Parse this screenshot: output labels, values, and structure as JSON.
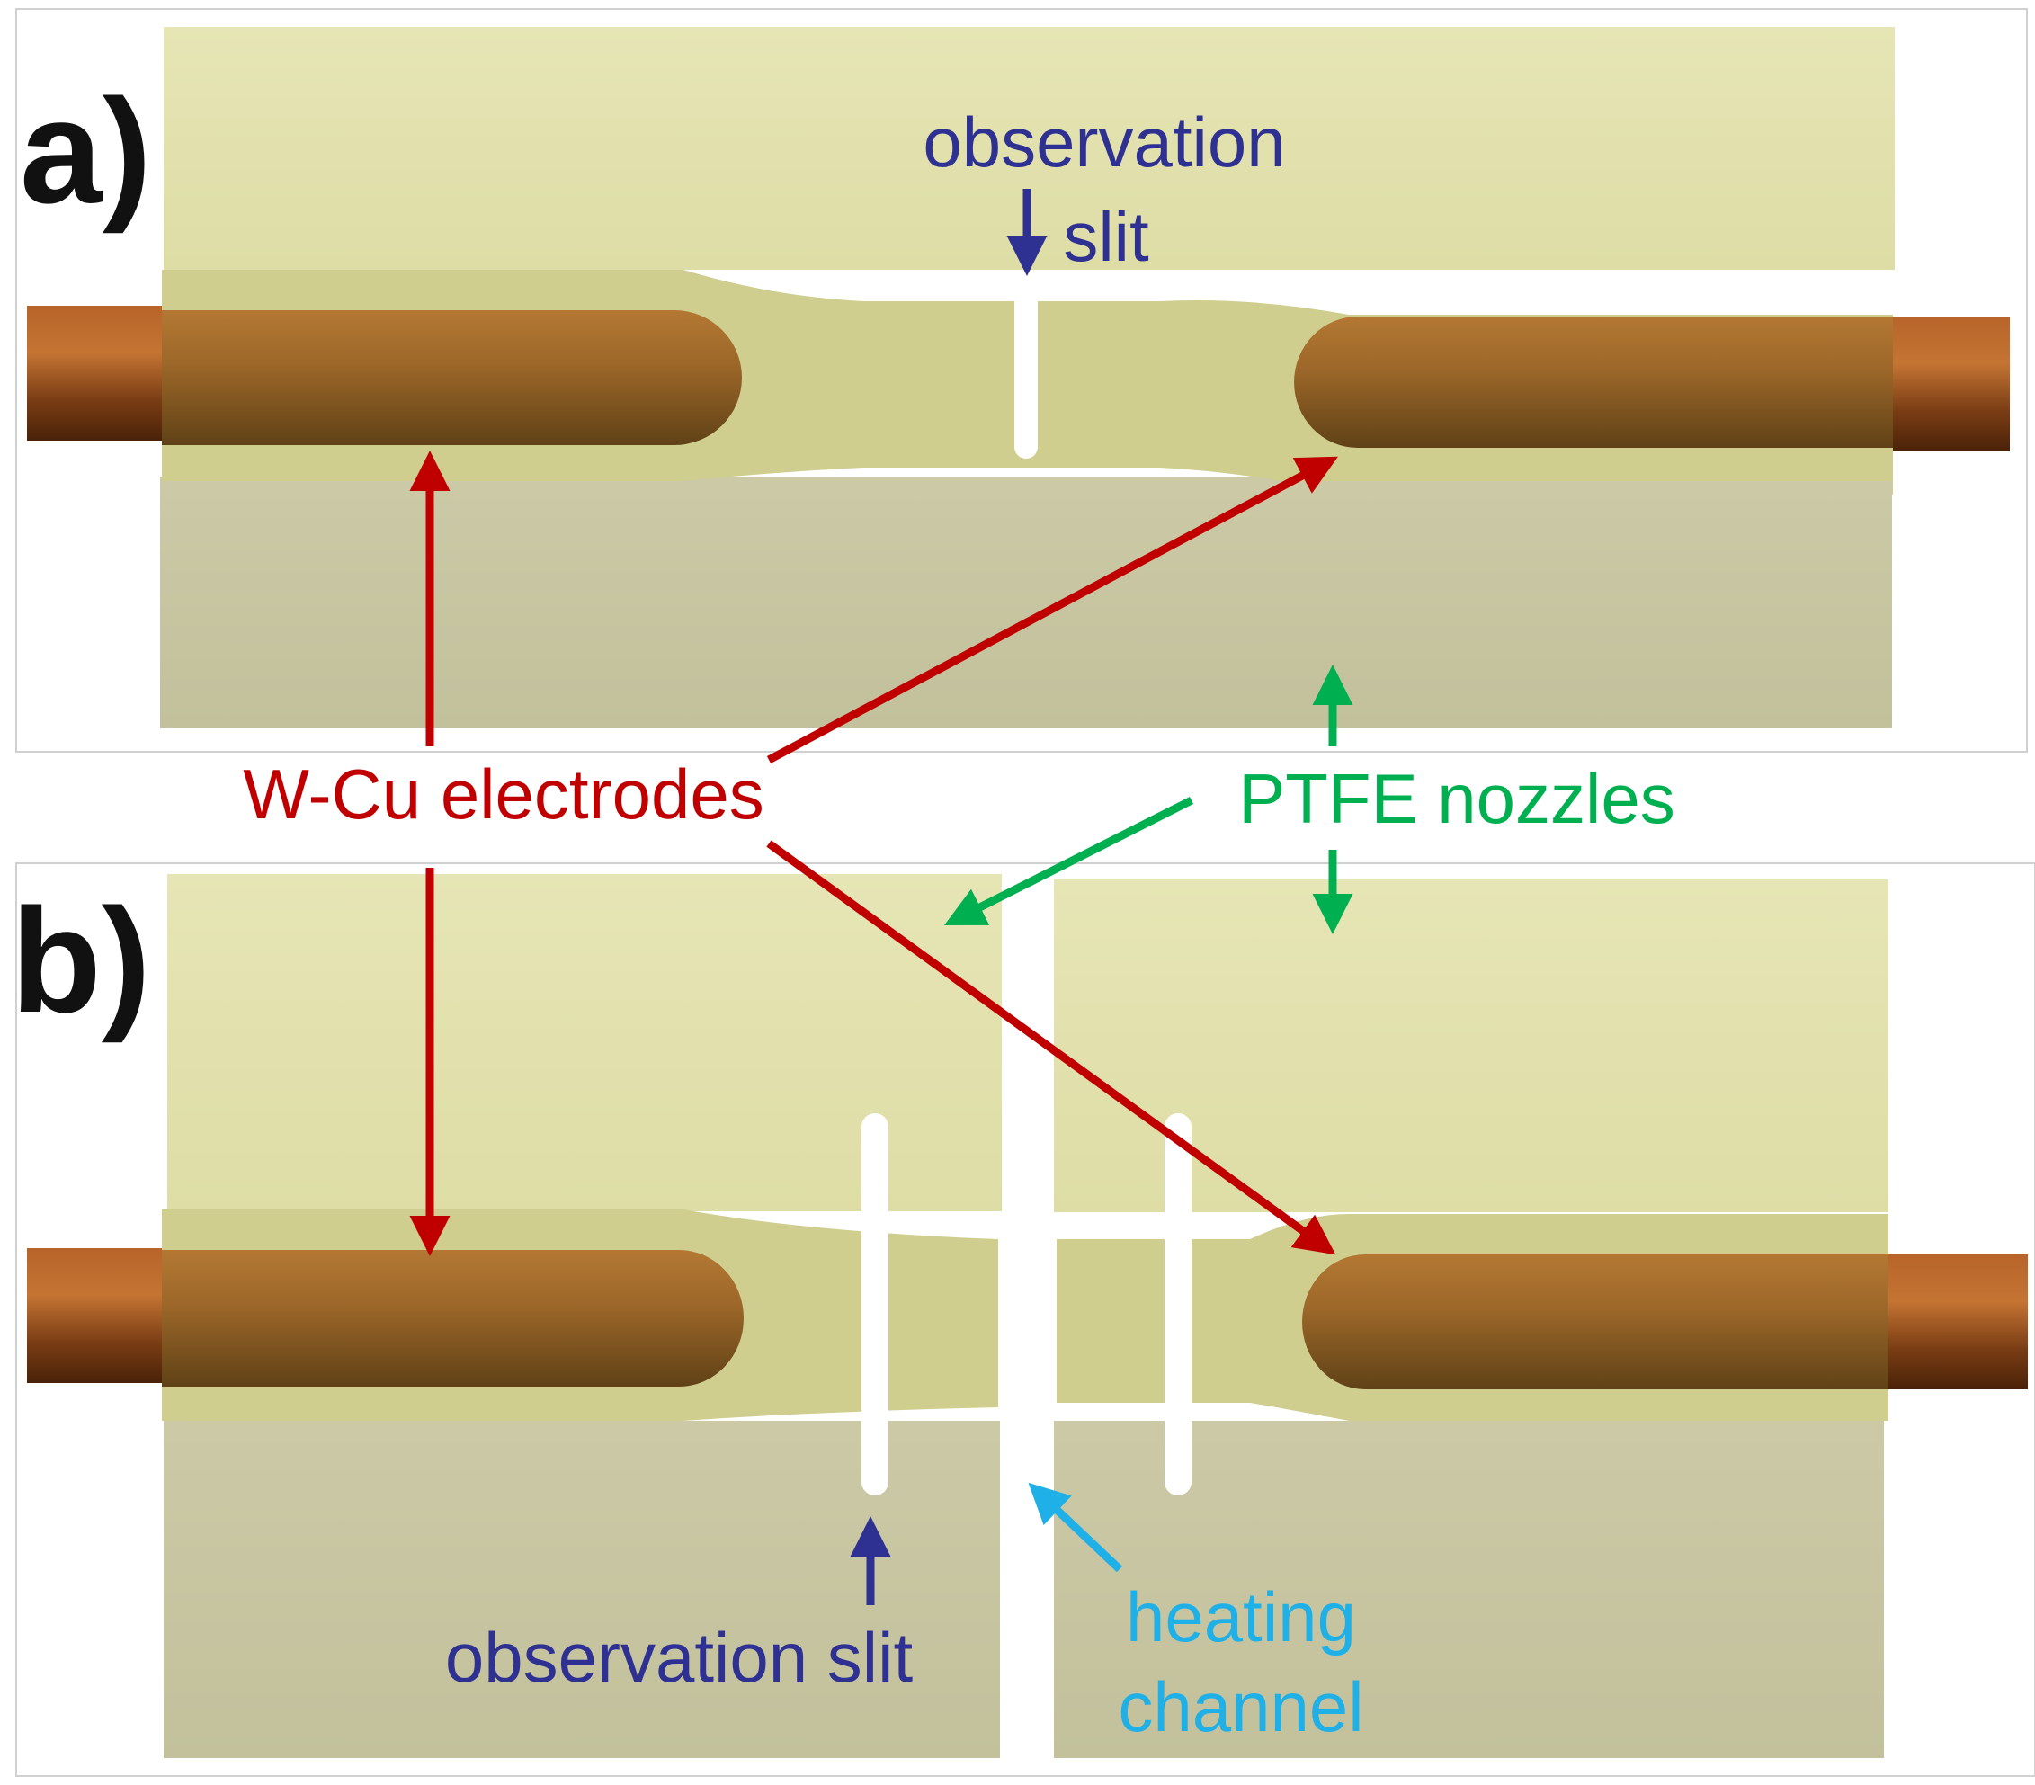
{
  "panels": {
    "a": {
      "letter": "a)"
    },
    "b": {
      "letter": "b)"
    }
  },
  "labels": {
    "electrodes": "W-Cu electrodes",
    "nozzles": "PTFE nozzles",
    "slit_a_line1": "observation",
    "slit_a_line2": "slit",
    "slit_b": "observation slit",
    "heating_line1": "heating",
    "heating_line2": "channel"
  },
  "colors": {
    "electrodes": "#c00000",
    "nozzles": "#00b050",
    "observation": "#2e3192",
    "heating": "#1fb0e8",
    "ptfe_light": "#e2e1ab",
    "ptfe_dark": "#c7c6a2",
    "copper": "#8b4a1c"
  }
}
